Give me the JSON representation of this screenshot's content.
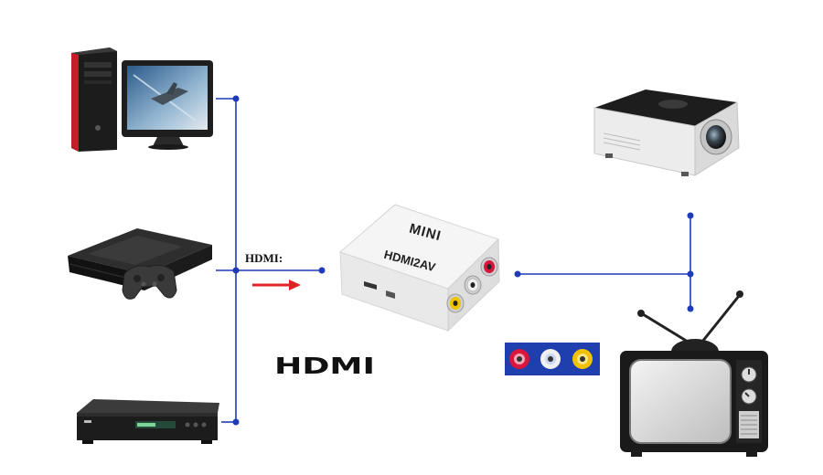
{
  "diagram": {
    "connector_label": "HDMI:",
    "converter": {
      "brand_label": "MINI",
      "model_label": "HDMI2AV"
    },
    "logo_text": "HDMI"
  },
  "colors": {
    "line": "#1f3cb8",
    "arrow": "#e02424",
    "rca_red": "#d8163c",
    "rca_white": "#f0f0f0",
    "rca_yellow": "#f2c200",
    "rca_panel": "#1f3fae"
  },
  "icons": {
    "source_devices": [
      "desktop-computer-icon",
      "game-console-icon",
      "set-top-box-icon"
    ],
    "converter": "hdmi2av-converter-icon",
    "output_devices": [
      "projector-icon",
      "television-icon"
    ]
  }
}
